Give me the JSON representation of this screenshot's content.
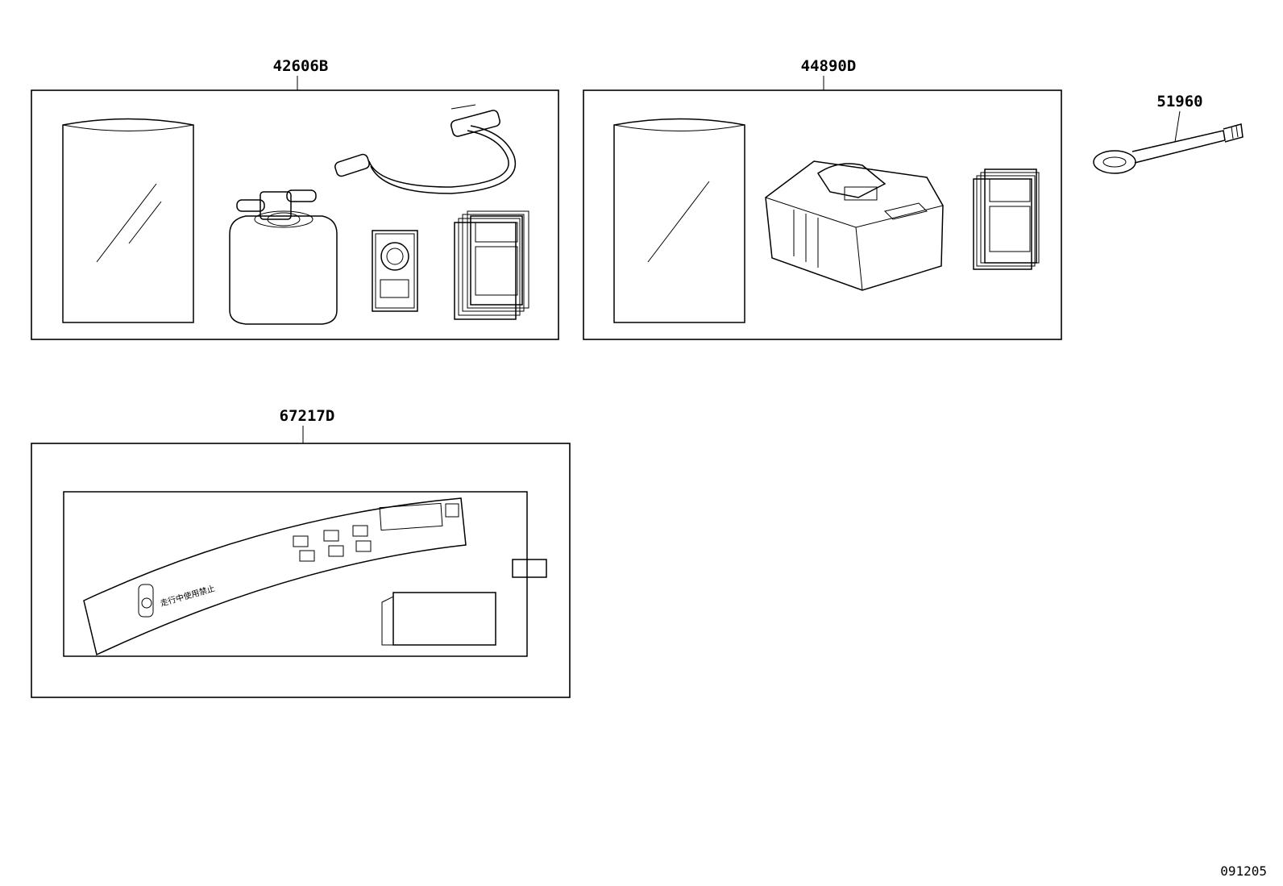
{
  "parts": {
    "p1": {
      "number": "42606B"
    },
    "p2": {
      "number": "44890D"
    },
    "p3": {
      "number": "51960"
    },
    "p4": {
      "number": "67217D"
    }
  },
  "label_text": "走行中使用禁止",
  "footer_code": "091205"
}
